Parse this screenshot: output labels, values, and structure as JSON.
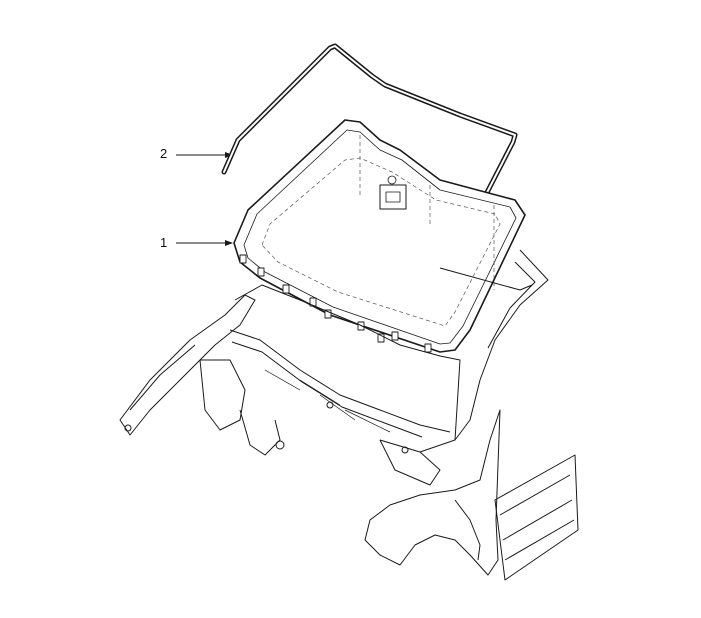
{
  "diagram": {
    "callouts": [
      {
        "id": "2",
        "label": "2",
        "part": "windshield-molding"
      },
      {
        "id": "1",
        "label": "1",
        "part": "windshield-glass"
      }
    ],
    "colors": {
      "line": "#1a1a1a",
      "hidden_line": "#555555",
      "background": "#ffffff"
    }
  }
}
